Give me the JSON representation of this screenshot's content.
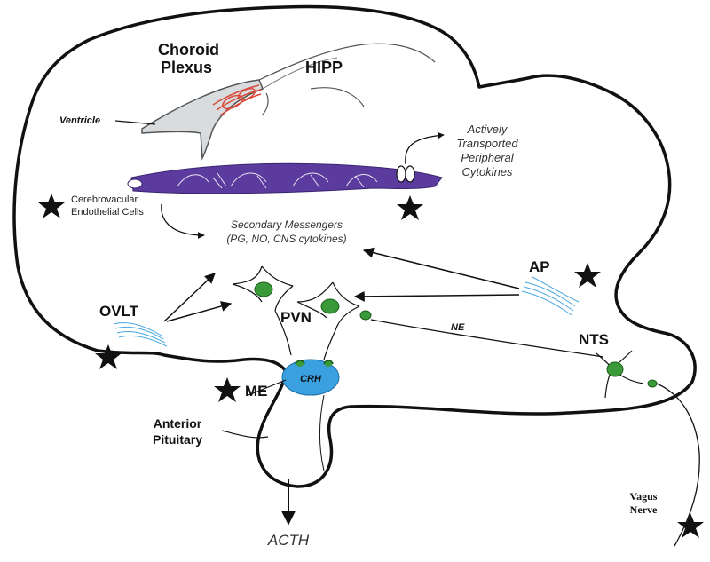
{
  "labels": {
    "choroid_plexus_line1": "Choroid",
    "choroid_plexus_line2": "Plexus",
    "hipp": "HIPP",
    "ventricle": "Ventricle",
    "cytokines_line1": "Actively",
    "cytokines_line2": "Transported",
    "cytokines_line3": "Peripheral",
    "cytokines_line4": "Cytokines",
    "endothelial_line1": "Cerebrovacular",
    "endothelial_line2": "Endothelial Cells",
    "messengers_line1": "Secondary Messengers",
    "messengers_line2": "(PG, NO, CNS cytokines)",
    "ap": "AP",
    "ovlt": "OVLT",
    "pvn": "PVN",
    "ne": "NE",
    "nts": "NTS",
    "crh": "CRH",
    "me": "ME",
    "anterior_pituitary_line1": "Anterior",
    "anterior_pituitary_line2": "Pituitary",
    "acth": "ACTH",
    "vagus_line1": "Vagus",
    "vagus_line2": "Nerve"
  },
  "colors": {
    "outline": "#111111",
    "ventricle_fill": "#d9dcde",
    "choroid_red": "#d94a3a",
    "vessel_purple": "#5b3c9e",
    "neuron_green": "#3a9a3a",
    "me_blue": "#3aa0e0",
    "cvo_blue": "#4aa8e0"
  }
}
